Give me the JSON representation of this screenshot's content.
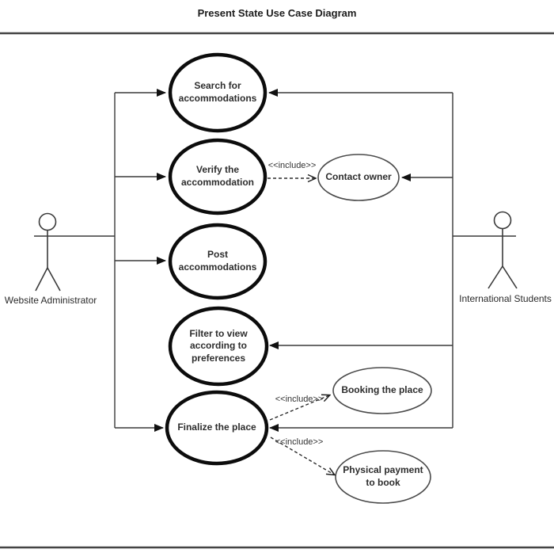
{
  "title": "Present State Use Case Diagram",
  "actors": {
    "administrator": {
      "label": "Website Administrator"
    },
    "students": {
      "label": "International Students"
    }
  },
  "use_cases": {
    "search": {
      "label": "Search for accommodations"
    },
    "verify": {
      "label": "Verify the accommodation"
    },
    "contact_owner": {
      "label": "Contact owner"
    },
    "post": {
      "label": "Post accommodations"
    },
    "filter": {
      "label": "Filter to view according to preferences"
    },
    "finalize": {
      "label": "Finalize the place"
    },
    "booking": {
      "label": "Booking the place"
    },
    "physical_payment": {
      "label": "Physical payment to book"
    }
  },
  "relations": {
    "include_label": "<<include>>"
  },
  "colors": {
    "thick_oval_stroke": "#0c0c0c",
    "thin_oval_stroke": "#4a4a4a",
    "connector": "#3a3a3a",
    "rule": "#444444"
  }
}
